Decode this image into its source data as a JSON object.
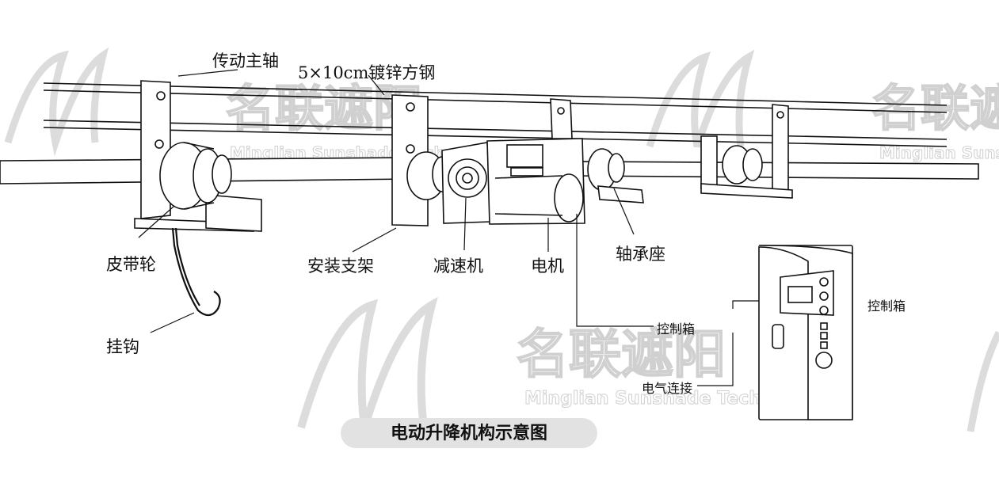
{
  "labels": {
    "drive_shaft": "传动主轴",
    "steel_tube": "5×10cm镀锌方钢",
    "belt_pulley": "皮带轮",
    "hook": "挂钩",
    "mount_bracket": "安装支架",
    "reducer": "减速机",
    "motor": "电机",
    "bearing_seat": "轴承座",
    "control_box_title": "控制箱",
    "control_box_line": "控制箱",
    "electric_connection": "电气连接"
  },
  "caption": "电动升降机构示意图",
  "watermark": {
    "chinese": "名联遮阳",
    "english": "Minglian Sunshade Technology",
    "color": "#d6d6d6"
  },
  "colors": {
    "line": "#111111",
    "caption_bg": "#e2e2e2",
    "panel_bg": "#ffffff"
  }
}
